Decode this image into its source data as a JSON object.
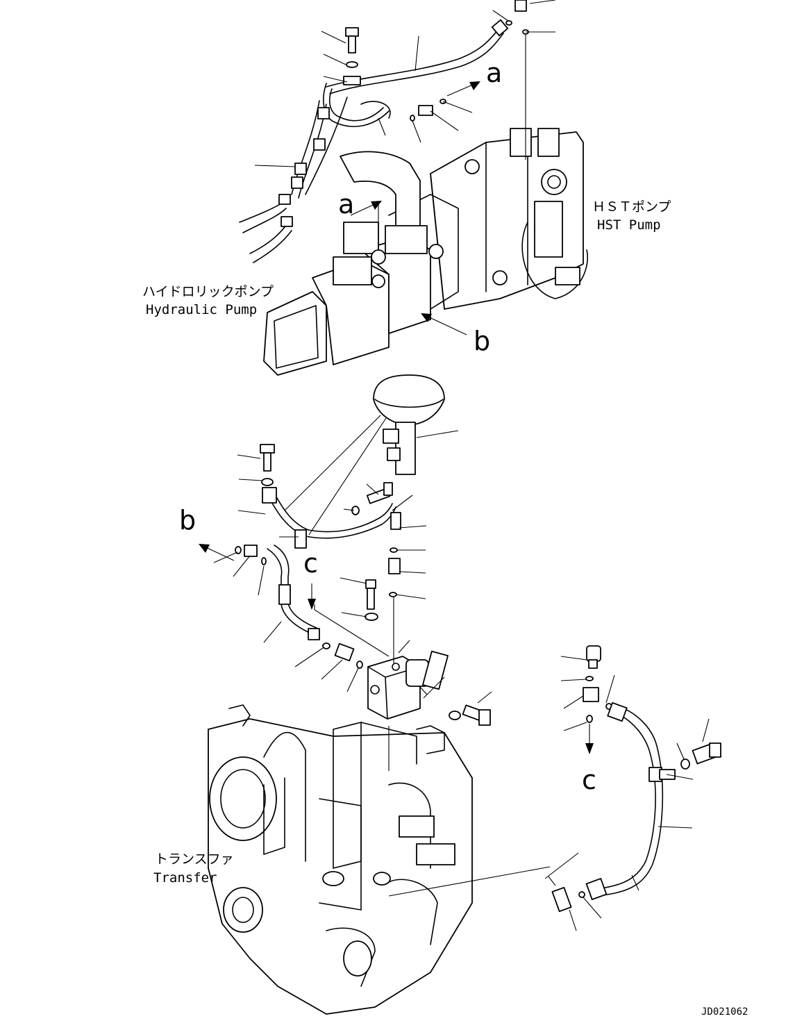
{
  "labels": {
    "hst_pump_jp": "ＨＳＴポンプ",
    "hst_pump_en": "HST Pump",
    "hydraulic_pump_jp": "ハイドロリックポンプ",
    "hydraulic_pump_en": "Hydraulic Pump",
    "transfer_jp": "トランスファ",
    "transfer_en": "Transfer",
    "drawing_number": "JD021062"
  },
  "callouts": {
    "a_top": "a",
    "a_mid": "a",
    "b_right": "b",
    "b_left": "b",
    "c_upper": "c",
    "c_lower": "c"
  }
}
